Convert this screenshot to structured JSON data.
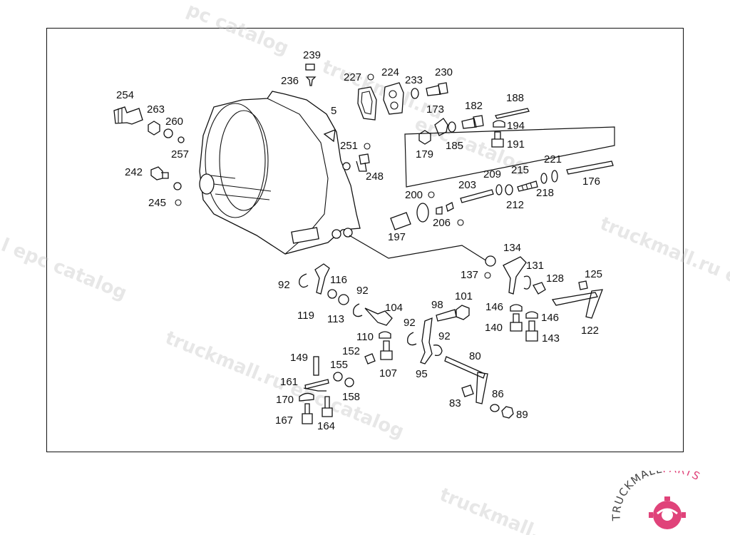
{
  "diagram": {
    "part_numbers": [
      "239",
      "236",
      "227",
      "224",
      "233",
      "230",
      "254",
      "263",
      "260",
      "257",
      "5",
      "173",
      "182",
      "188",
      "194",
      "191",
      "179",
      "185",
      "251",
      "248",
      "221",
      "242",
      "245",
      "209",
      "215",
      "203",
      "200",
      "218",
      "176",
      "212",
      "206",
      "197",
      "134",
      "131",
      "137",
      "128",
      "125",
      "92",
      "116",
      "119",
      "113",
      "104",
      "146",
      "122",
      "98",
      "101",
      "140",
      "143",
      "110",
      "152",
      "107",
      "95",
      "80",
      "149",
      "155",
      "161",
      "158",
      "170",
      "167",
      "164",
      "83",
      "86",
      "89"
    ]
  },
  "watermark": {
    "text_main": "truckmall.ru epc catalog",
    "text_a": "pc catalog",
    "text_b": "truckmall.ru",
    "text_c": "epc catalog",
    "text_d": "truckmall.ru e",
    "text_e": "l epc catalog",
    "text_f": "truckmall.ru epc catalog",
    "text_g": "truckmall."
  },
  "logo": {
    "text_dark": "TRUCKMALL",
    "text_accent": "PARTS",
    "accent_color": "#e0437a",
    "dark_color": "#444444"
  },
  "colors": {
    "line": "#111111",
    "frame": "#111111",
    "background": "#ffffff"
  }
}
